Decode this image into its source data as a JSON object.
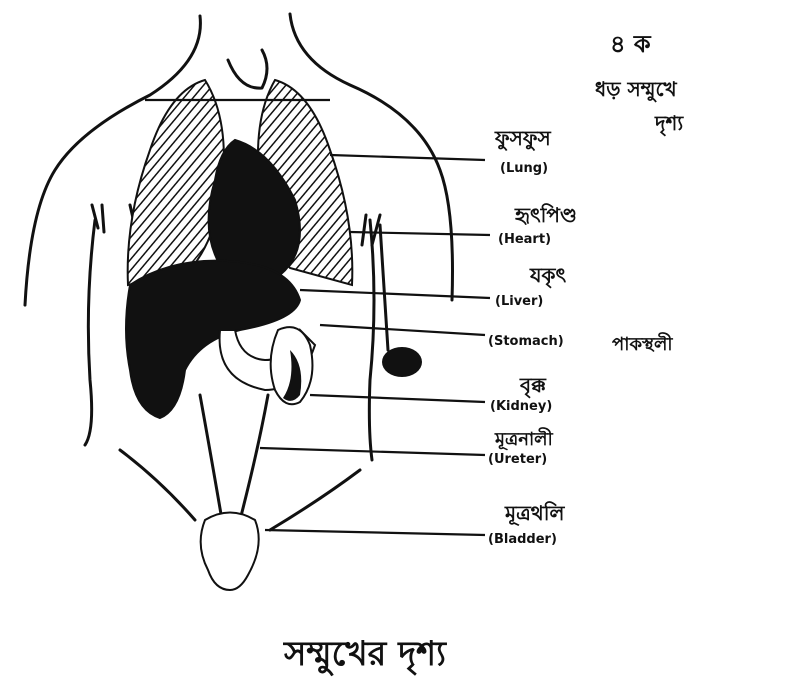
{
  "figure": {
    "caption": "সম্মুখের দৃশ্য",
    "corner_note": [
      "৪ ক",
      "ধড় সম্মুখে",
      "দৃশ্য"
    ],
    "labels": [
      {
        "id": "lung",
        "english": "Lung",
        "bengali": "ফুসফুস"
      },
      {
        "id": "heart",
        "english": "Heart",
        "bengali": "হৃৎপিণ্ড"
      },
      {
        "id": "liver",
        "english": "Liver",
        "bengali": "যকৃৎ"
      },
      {
        "id": "stomach",
        "english": "Stomach",
        "bengali": "পাকস্থলী"
      },
      {
        "id": "kidney",
        "english": "Kidney",
        "bengali": "বৃক্ক"
      },
      {
        "id": "ureter",
        "english": "Ureter",
        "bengali": "মূত্রনালী"
      },
      {
        "id": "bladder",
        "english": "Bladder",
        "bengali": "মূত্রথলি"
      }
    ]
  }
}
